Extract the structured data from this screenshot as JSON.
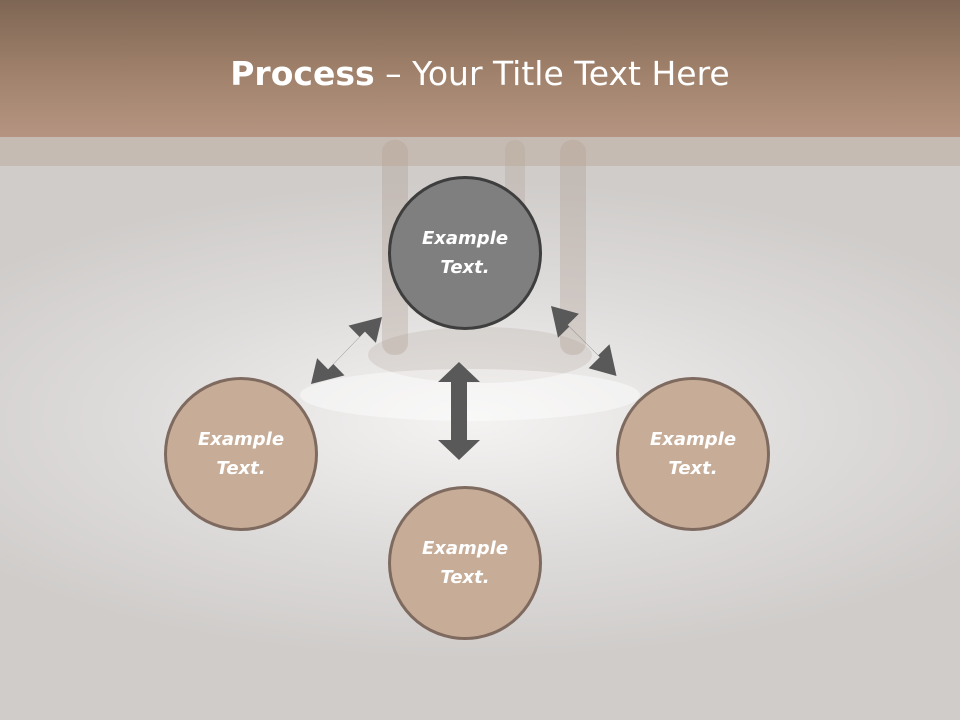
{
  "title": {
    "bold": "Process",
    "rest": " – Your Title Text Here"
  },
  "nodes": {
    "top": "Example Text.",
    "left": "Example Text.",
    "bottom": "Example Text.",
    "right": "Example Text."
  },
  "colors": {
    "header_dark": "#7e6654",
    "header_light": "#b59581",
    "center_fill": "#7f7f7f",
    "center_border": "#3e3e3e",
    "outer_fill": "#c7ad98",
    "outer_border": "#7f6a5f",
    "arrow": "#595959"
  }
}
